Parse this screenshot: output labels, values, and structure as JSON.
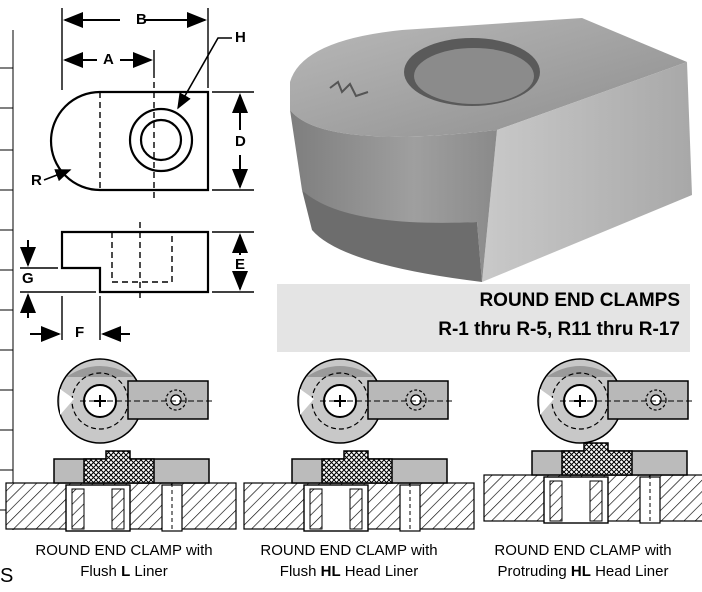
{
  "dimension_labels": {
    "A": "A",
    "B": "B",
    "H": "H",
    "D": "D",
    "R": "R",
    "G": "G",
    "E": "E",
    "F": "F"
  },
  "title": {
    "line1": "ROUND END CLAMPS",
    "line2": "R-1 thru R-5, R11 thru R-17"
  },
  "captions": [
    {
      "line1": "ROUND END CLAMP with",
      "line2_prefix": "Flush ",
      "line2_bold": "L",
      "line2_suffix": " Liner"
    },
    {
      "line1": "ROUND END CLAMP with",
      "line2_prefix": "Flush ",
      "line2_bold": "HL",
      "line2_suffix": " Head Liner"
    },
    {
      "line1": "ROUND END CLAMP with",
      "line2_prefix": "Protruding ",
      "line2_bold": "HL",
      "line2_suffix": " Head Liner"
    }
  ],
  "edge_fragment": "S",
  "colors": {
    "background": "#ffffff",
    "title_panel": "#e4e4e4",
    "metal": "#9a9a9a",
    "line": "#000000"
  }
}
